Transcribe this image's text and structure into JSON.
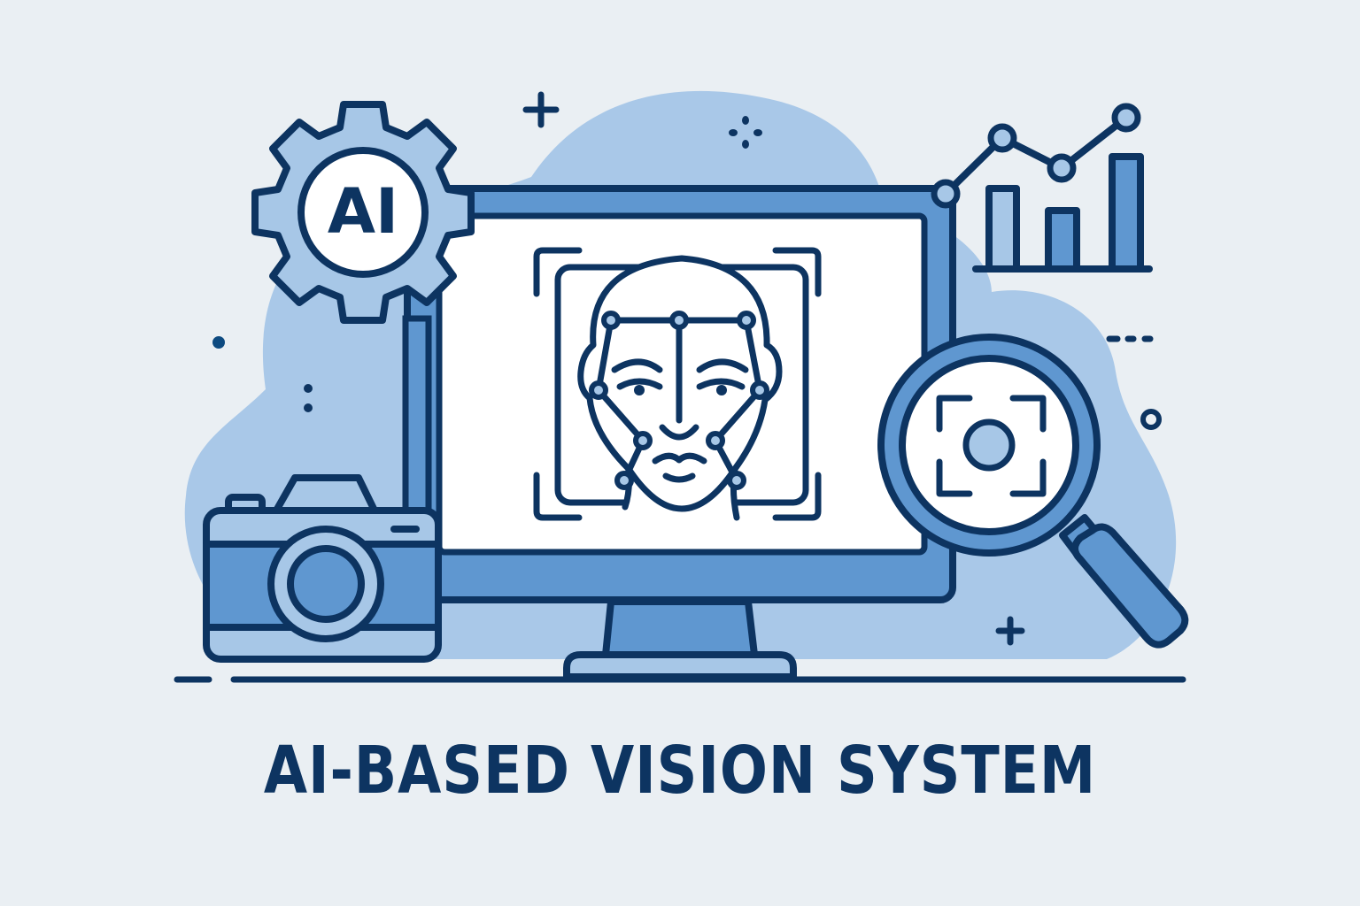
{
  "title": "AI-BASED VISION SYSTEM",
  "gear": {
    "label": "AI",
    "icon": "gear-icon"
  },
  "monitor": {
    "icon": "monitor-icon",
    "screen_content": "face-recognition-icon"
  },
  "camera": {
    "icon": "camera-icon"
  },
  "magnifier": {
    "icon": "magnifier-icon",
    "content": "focus-target-icon"
  },
  "analytics": {
    "icon": "chart-icon",
    "bars": [
      3,
      2,
      4
    ],
    "line_points": [
      1,
      3,
      2,
      4
    ]
  },
  "decorations": [
    "plus-icon",
    "sparkle-icon",
    "dot-icon",
    "ellipsis-icon",
    "ring-icon"
  ],
  "colors": {
    "background": "#eaeff3",
    "blob": "#a9c8e8",
    "stroke": "#0d3461",
    "fill_mid": "#5f97d0",
    "fill_light": "#a7c7e7",
    "screen": "#ffffff",
    "node": "#a7c7e7"
  }
}
